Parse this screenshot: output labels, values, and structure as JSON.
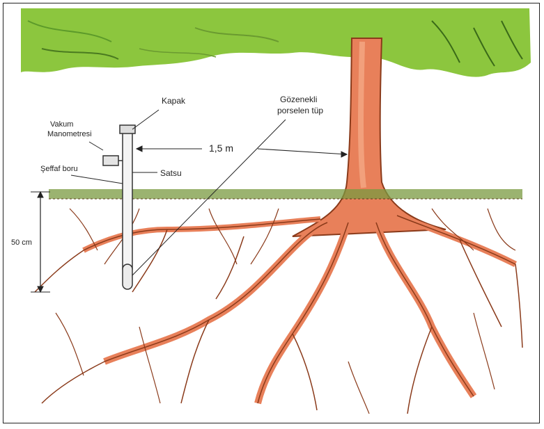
{
  "labels": {
    "kapak": "Kapak",
    "vakum_line1": "Vakum",
    "vakum_line2": "Manometresi",
    "seffaf_boru": "Şeffaf boru",
    "satsu": "Satsu",
    "gozenekli_line1": "Gözenekli",
    "gozenekli_line2": "porselen tüp",
    "distance": "1,5 m",
    "depth": "50 cm"
  },
  "colors": {
    "canopy": "#8cc63e",
    "canopy_dark": "#5c9a2a",
    "trunk": "#e8805a",
    "trunk_light": "#f2a07c",
    "roots": "#8a3a1a",
    "soil": "#6b8a3a",
    "border": "#222222"
  }
}
